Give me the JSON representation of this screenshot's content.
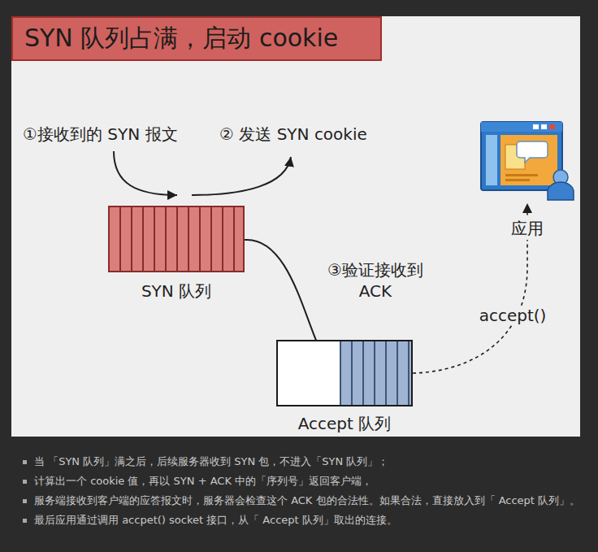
{
  "diagram": {
    "title": "SYN 队列占满，启动 cookie",
    "nodes": [
      {
        "text": [
          "SYN 队列"
        ]
      },
      {
        "text": [
          "Accept 队列"
        ]
      },
      {
        "text": [
          "应用"
        ]
      }
    ],
    "edges": [
      {
        "from": 0,
        "to": 1,
        "label": "③验证接收到 ACK",
        "arrow": "to"
      },
      {
        "from": 1,
        "to": 2,
        "label": "accept()",
        "arrow": "to"
      }
    ],
    "labels": [
      "①接收到的 SYN 报文",
      "② 发送 SYN cookie",
      "当 「SYN 队列」满之后，后续服务器收到 SYN 包，不进入「SYN 队列」；",
      "计算出一个 cookie 值，再以 SYN + ACK 中的「序列号」返回客户端，",
      "服务端接收到客户端的应答报文时，服务器会检查这个 ACK 包的合法性。如果合法，直接放入到「 Accept 队列」。",
      "最后应用通过调用 accpet() socket 接口，从「 Accept 队列」取出的连接。"
    ]
  }
}
